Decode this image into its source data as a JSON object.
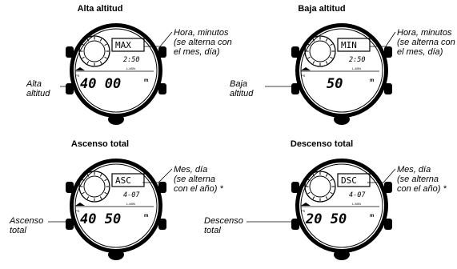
{
  "panels": [
    {
      "title": "Alta altitud",
      "mode": "MAX",
      "time": "2:50",
      "value": "40 00",
      "top_annotation": "Hora, minutos\n(se alterna con\nel mes, día)",
      "left_annotation": "Alta\naltitud"
    },
    {
      "title": "Baja altitud",
      "mode": "MIN",
      "time": "2:50",
      "value": "50",
      "top_annotation": "Hora, minutos\n(se alterna con\nel mes, día)",
      "left_annotation": "Baja\naltitud"
    },
    {
      "title": "Ascenso total",
      "mode": "ASC",
      "time": "4-07",
      "value": "40 50",
      "top_annotation": "Mes, día\n(se alterna\ncon el año) *",
      "left_annotation": "Ascenso\ntotal"
    },
    {
      "title": "Descenso total",
      "mode": "DSC",
      "time": "4-07",
      "value": "20 50",
      "top_annotation": "Mes, día\n(se alterna\ncon el año) *",
      "left_annotation": "Descenso\ntotal"
    }
  ],
  "lcd_labels": {
    "ps": "PS",
    "lmin": "L-MIN",
    "unit": "m"
  }
}
